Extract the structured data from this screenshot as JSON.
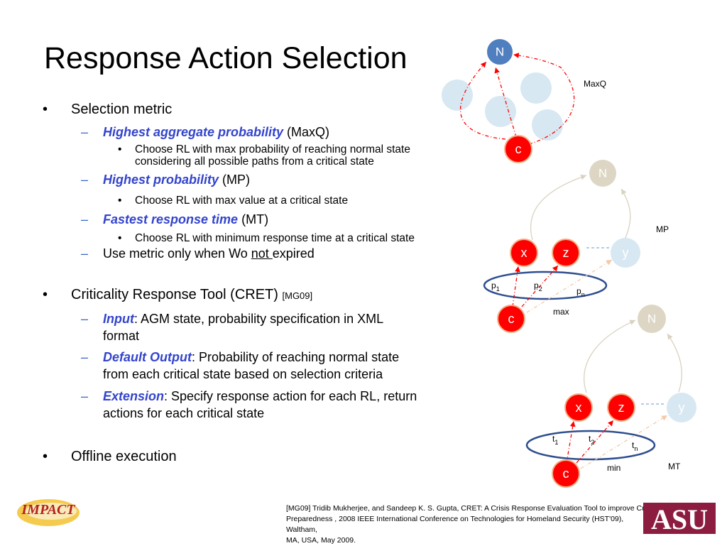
{
  "title": "Response Action Selection",
  "bullets": {
    "b1": "Selection metric",
    "s1_em": "Highest aggregate probability",
    "s1_rest": " (MaxQ)",
    "s1_sub1": "Choose RL with max probability of reaching normal state",
    "s1_sub2": "considering all possible paths from a critical state",
    "s2_em": "Highest probability",
    "s2_rest": " (MP)",
    "s2_sub": "Choose RL with max value at a critical state",
    "s3_em": "Fastest response time",
    "s3_rest": "  (MT)",
    "s3_sub": "Choose RL with minimum response time at a critical state",
    "s4_a": "Use metric only when Wo ",
    "s4_not": "not ",
    "s4_b": "expired",
    "b2": "Criticality Response Tool (CRET) ",
    "b2_ref": "[MG09]",
    "c1_em": "Input",
    "c1_a": ":  AGM state, probability specification in XML",
    "c1_b": "format",
    "c2_em": "Default Output",
    "c2_a": ":  Probability of reaching normal state",
    "c2_b": "from each critical state based on selection criteria",
    "c3_em": "Extension",
    "c3_a": ":  Specify response action for each RL, return",
    "c3_b": "actions for each critical state",
    "b3": "Offline execution"
  },
  "citation": {
    "line1": "[MG09] Tridib Mukherjee, and Sandeep K. S. Gupta, CRET: A Crisis Response Evaluation Tool to improve Crisis",
    "line2": "Preparedness , 2008 IEEE International Conference on Technologies for Homeland Security (HST'09), Waltham,",
    "line3": "MA, USA, May 2009."
  },
  "diagram": {
    "maxq": {
      "node_n": "N",
      "node_c": "c",
      "label": "MaxQ"
    },
    "mp": {
      "node_n": "N",
      "node_x": "x",
      "node_z": "z",
      "node_y": "y",
      "node_c": "c",
      "p1": "p",
      "p1_sub": "1",
      "p2": "p",
      "p2_sub": "2",
      "pn": "p",
      "pn_sub": "n",
      "max": "max",
      "label": "MP"
    },
    "mt": {
      "node_n": "N",
      "node_x": "x",
      "node_z": "z",
      "node_y": "y",
      "node_c": "c",
      "t1": "t",
      "t1_sub": "1",
      "t2": "t",
      "t2_sub": "2",
      "tn": "t",
      "tn_sub": "n",
      "min": "min",
      "label": "MT"
    }
  },
  "logos": {
    "impact": "IMPACT",
    "asu": "ASU"
  },
  "colors": {
    "critical": "#ff0000",
    "normal": "#ddd6c4",
    "normal_blue": "#4f7fbf",
    "light": "#d7e8f2",
    "ellipse": "#2f4f8f",
    "accent": "#3344cc"
  }
}
